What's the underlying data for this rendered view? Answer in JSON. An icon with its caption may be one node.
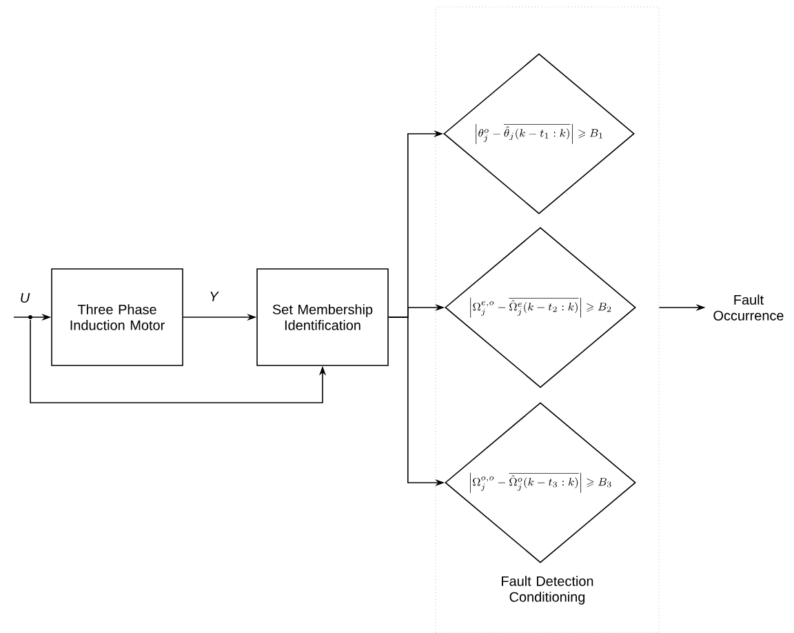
{
  "diagram": {
    "nodes": [
      {
        "text": [
          "Fault Detection Conditioning"
        ]
      },
      {
        "text": [
          "Three Phase Induction Motor"
        ]
      },
      {
        "text": [
          "Set Membership Identification"
        ]
      },
      {
        "text": [
          "\\left|\\theta_j^{o}-\\overline{\\hat{\\theta}_j(k-t_1:k)}\\right|\\geqslant B_1"
        ],
        "in": 0
      },
      {
        "text": [
          "\\left|\\Omega_j^{e,o}-\\overline{\\hat{\\Omega}_j^{e}(k-t_2:k)}\\right|\\geqslant B_2"
        ],
        "in": 0
      },
      {
        "text": [
          "\\left|\\Omega_j^{o,o}-\\overline{\\hat{\\Omega}_j^{o}(k-t_3:k)}\\right|\\geqslant B_3"
        ],
        "in": 0
      },
      {
        "text": [
          "Fault Occurrence"
        ]
      }
    ],
    "edges": [
      {
        "from": null,
        "to": 1,
        "arrow": "to",
        "label": "U"
      },
      {
        "from": 1,
        "to": 2,
        "arrow": "to",
        "label": "Y"
      },
      {
        "from": null,
        "to": 2,
        "arrow": "to"
      },
      {
        "from": 2,
        "to": 3,
        "arrow": "to"
      },
      {
        "from": 2,
        "to": 4,
        "arrow": "to"
      },
      {
        "from": 2,
        "to": 5,
        "arrow": "to"
      },
      {
        "from": 0,
        "to": 6,
        "arrow": "to"
      }
    ]
  }
}
